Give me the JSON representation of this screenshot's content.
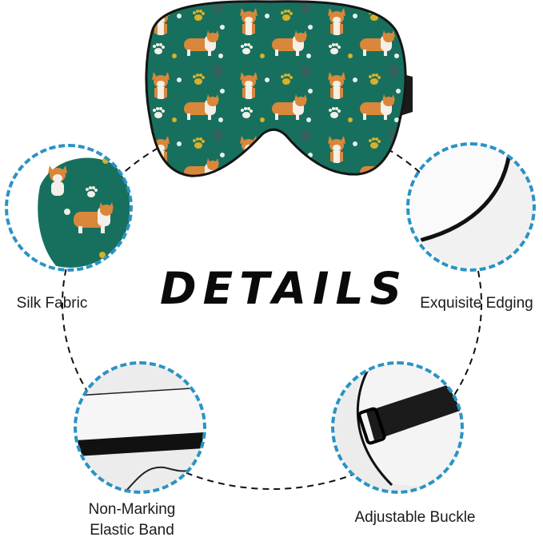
{
  "headline": "DETAILS",
  "product": {
    "name": "corgi sleep mask",
    "pattern_color": "#17705e",
    "strap_color": "#1a1a1a"
  },
  "features": [
    {
      "id": "silk-fabric",
      "label_lines": [
        "Silk Fabric"
      ]
    },
    {
      "id": "exquisite-edging",
      "label_lines": [
        "Exquisite Edging"
      ]
    },
    {
      "id": "non-marking-elastic-band",
      "label_lines": [
        "Non-Marking",
        "Elastic Band"
      ]
    },
    {
      "id": "adjustable-buckle",
      "label_lines": [
        "Adjustable Buckle"
      ]
    }
  ],
  "colors": {
    "accent_dash": "#2a93c4",
    "connector_dash": "#111111",
    "text": "#1b1b1b",
    "mask_green": "#17705e",
    "corgi_orange": "#d9873b",
    "paw_yellow": "#d6b12a",
    "inset_bg": "#efefef"
  }
}
